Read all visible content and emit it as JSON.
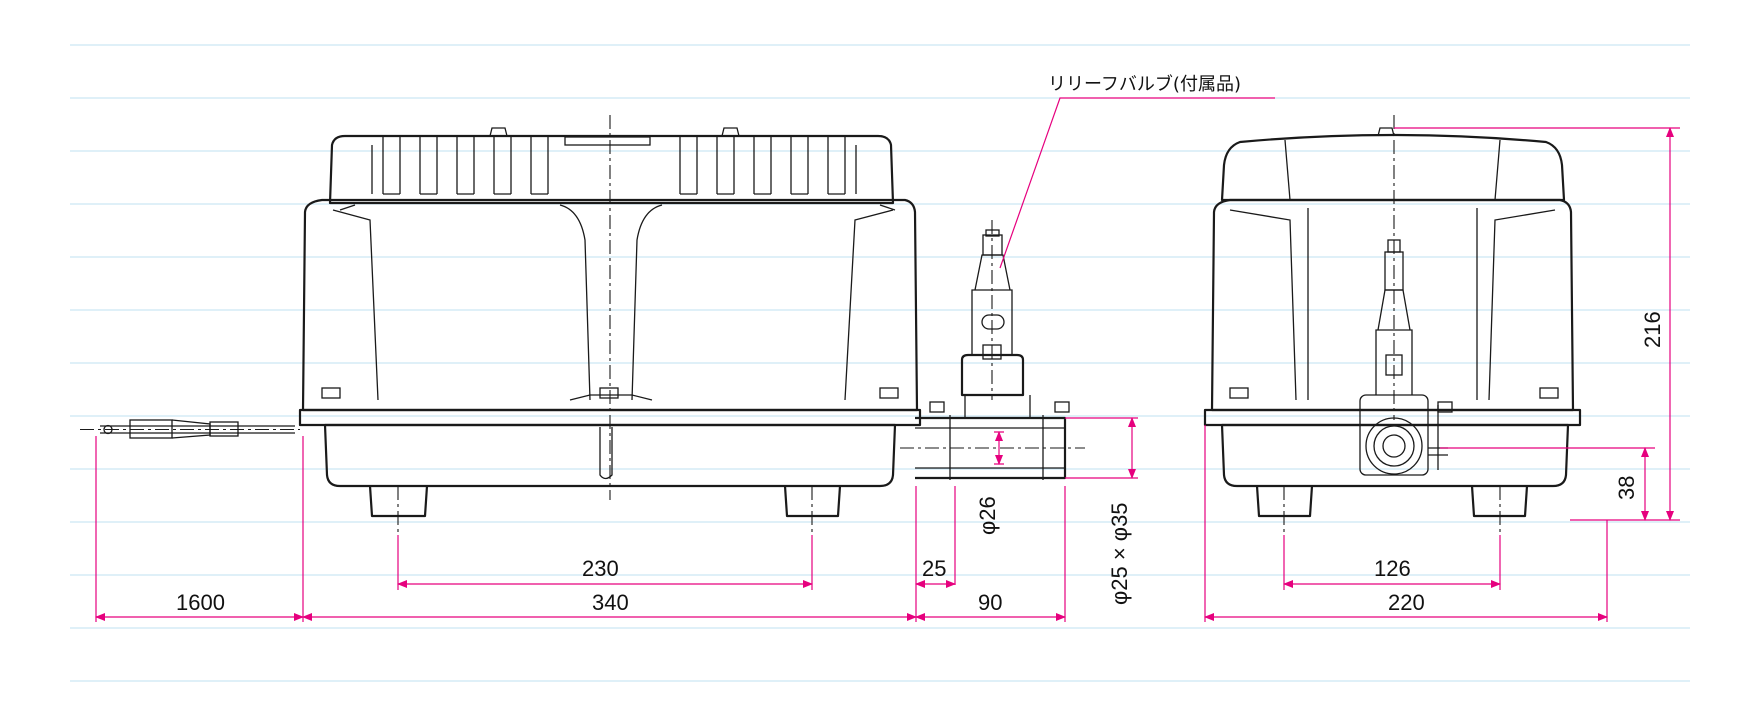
{
  "annotation": {
    "relief_valve": "リリーフバルブ(付属品)"
  },
  "dimensions": {
    "cord_length": "1600",
    "body_length": "340",
    "foot_spacing_front": "230",
    "outlet_offset": "25",
    "outlet_length": "90",
    "outlet_inner_diameter": "φ26",
    "outlet_pipe_size": "φ25 × φ35",
    "height": "216",
    "outlet_height": "38",
    "foot_spacing_side": "126",
    "width": "220"
  },
  "colors": {
    "dimension": "#e6007e",
    "outline": "#1a1a1a",
    "guide": "#bfe0f0"
  }
}
